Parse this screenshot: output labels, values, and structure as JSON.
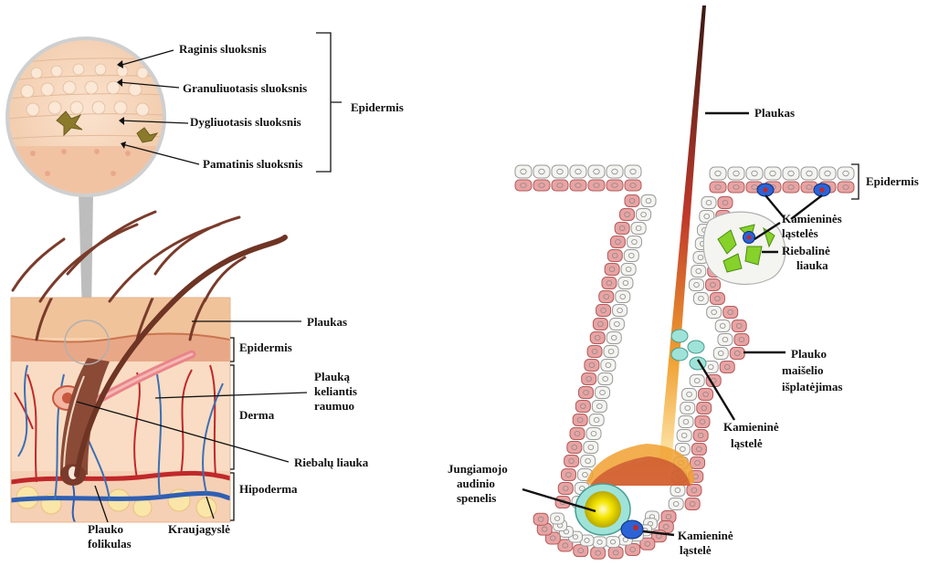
{
  "colors": {
    "skin": "#f2c7a2",
    "skin_dark": "#d9986f",
    "hair": "#7a3b2b",
    "artery": "#c0282a",
    "vein": "#2f5fb3",
    "nerve": "#3c6fb4",
    "cell_outer": "#e9a3a3",
    "cell_inner": "#f4f4f1",
    "stem_cell": "#2b63d6",
    "sebaceous": "#86d12a",
    "bulge_cell": "#9fe3d8",
    "papilla_glow": "#f5e600"
  },
  "left": {
    "inset_layers": {
      "raginis": "Raginis sluoksnis",
      "granuliuotasis": "Granuliuotasis sluoksnis",
      "dygliuotasis": "Dygliuotasis sluoksnis",
      "pamatinis": "Pamatinis sluoksnis"
    },
    "inset_group": "Epidermis",
    "plaukas": "Plaukas",
    "epidermis": "Epidermis",
    "derma": "Derma",
    "hipoderma": "Hipoderma",
    "muscle": [
      "Plauką",
      "keliantis",
      "raumuo"
    ],
    "gland": "Riebalų liauka",
    "follicle": [
      "Plauko",
      "folikulas"
    ],
    "vessel": "Kraujagyslė"
  },
  "right": {
    "plaukas": "Plaukas",
    "epidermis": "Epidermis",
    "stem_top": [
      "Kamieninės",
      "ląstelės"
    ],
    "gland": [
      "Riebalinė",
      "liauka"
    ],
    "bulge": [
      "Plauko",
      "maišelio",
      "išplatėjimas"
    ],
    "stem_mid": [
      "Kamieninė",
      "ląstelė"
    ],
    "papilla": [
      "Jungiamojo",
      "audinio",
      "spenelis"
    ],
    "stem_bottom": [
      "Kamieninė",
      "ląstelė"
    ]
  }
}
